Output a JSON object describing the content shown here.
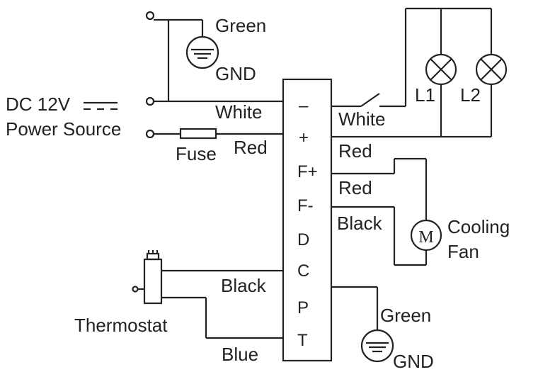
{
  "source": {
    "line1": "DC 12V",
    "line2": "Power Source",
    "fuse": "Fuse",
    "gnd_top_color": "Green",
    "gnd_top": "GND"
  },
  "input_wires": {
    "white": "White",
    "red": "Red",
    "black": "Black",
    "blue": "Blue"
  },
  "controller_terminals": [
    "–",
    "+",
    "F+",
    "F-",
    "D",
    "C",
    "P",
    "T"
  ],
  "output_wires": {
    "white": "White",
    "red1": "Red",
    "red2": "Red",
    "black": "Black",
    "gnd_color": "Green",
    "gnd": "GND"
  },
  "lamps": [
    "L1",
    "L2"
  ],
  "fan": {
    "motor_symbol": "M",
    "line1": "Cooling",
    "line2": "Fan"
  },
  "thermostat": "Thermostat"
}
